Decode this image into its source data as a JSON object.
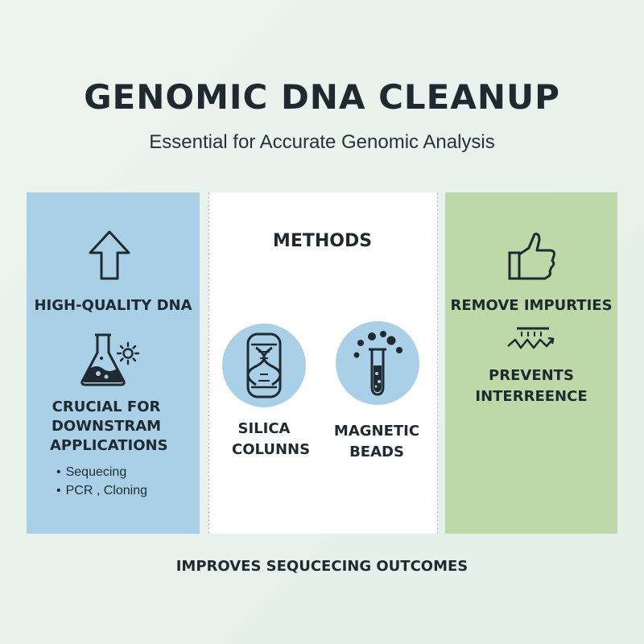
{
  "header": {
    "title": "GENOMIC DNA CLEANUP",
    "subtitle": "Essential for Accurate Genomic Analysis"
  },
  "left_panel": {
    "heading": "HIGH-QUALITY DNA",
    "description": "CRUCIAL FOR DOWNSTRAM APPLICATIONS",
    "bullets": [
      "Sequecing",
      "PCR , Cloning"
    ],
    "top_icon": "up-arrow-icon",
    "flask_icon": "flask-icon",
    "spark_icon": "sun-spark-icon",
    "color": "#a9d0e6"
  },
  "middle_panel": {
    "heading": "METHODS",
    "methods": [
      {
        "label": "SILICA COLUNNS",
        "icon": "dna-column-icon"
      },
      {
        "label": "MAGNETIC BEADS",
        "icon": "test-tube-beads-icon"
      }
    ]
  },
  "right_panel": {
    "heading": "REMOVE IMPURTIES",
    "subheading": "PREVENTS INTERREENCE",
    "top_icon": "thumbs-up-icon",
    "filter_icon": "filter-zigzag-icon",
    "color": "#bfd8a7"
  },
  "footer": {
    "text": "IMPROVES SEQUCECING OUTCOMES"
  }
}
